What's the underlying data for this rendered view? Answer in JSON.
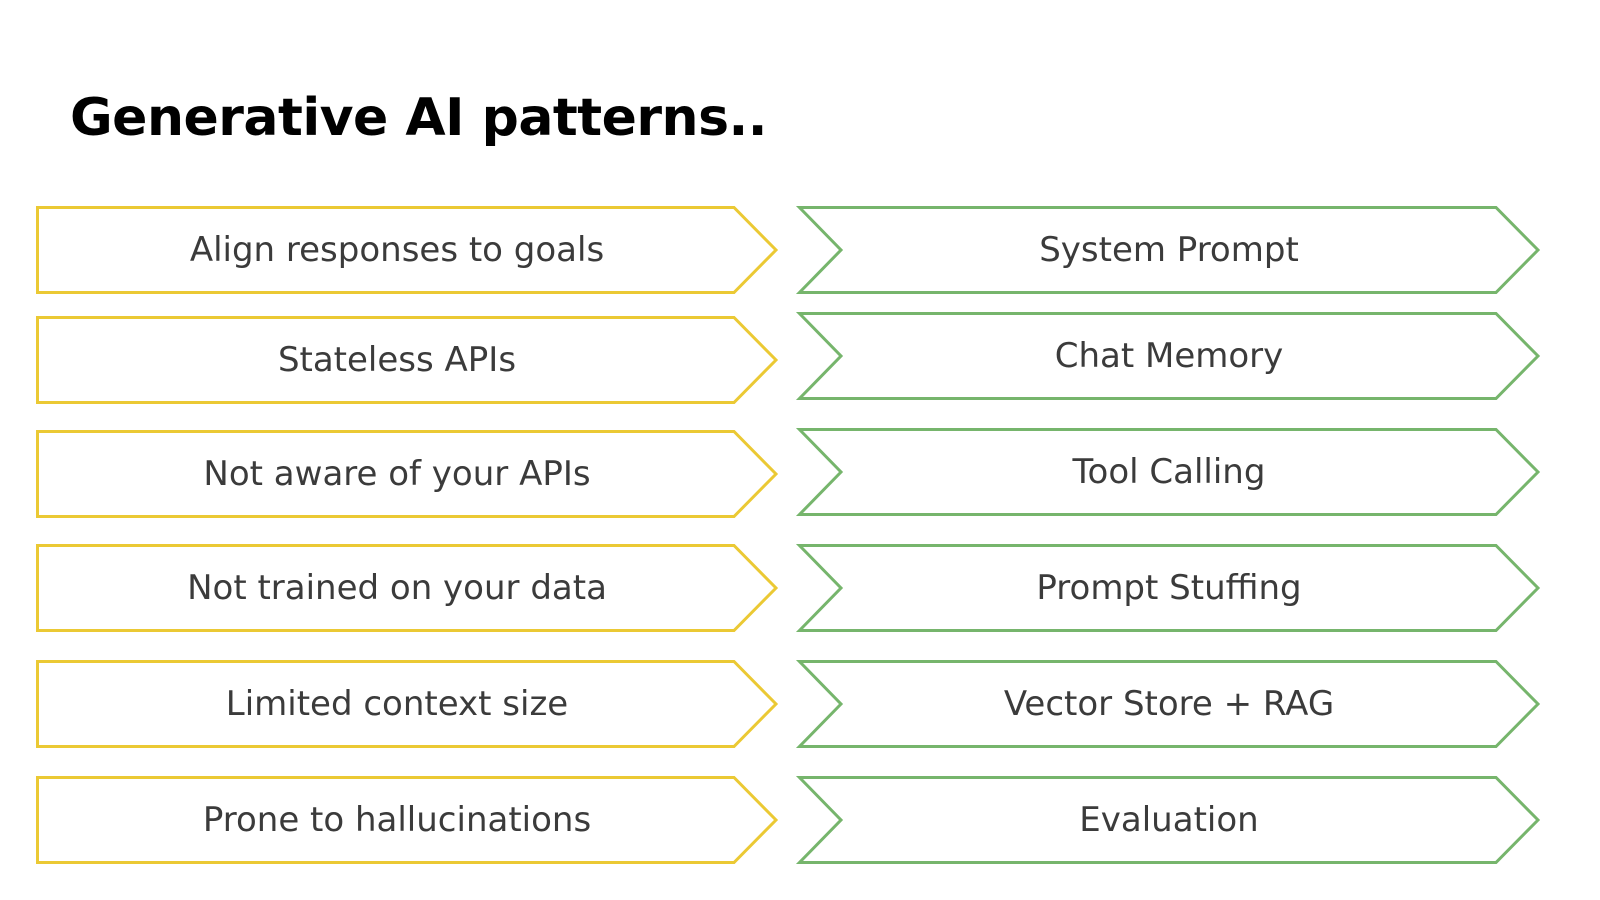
{
  "title": "Generative AI patterns..",
  "colors": {
    "problem_border": "#ebc934",
    "solution_border": "#76b56c"
  },
  "rows": [
    {
      "problem": "Align responses to goals",
      "solution": "System Prompt"
    },
    {
      "problem": "Stateless APIs",
      "solution": "Chat Memory"
    },
    {
      "problem": "Not aware of your APIs",
      "solution": "Tool Calling"
    },
    {
      "problem": "Not trained on your data",
      "solution": "Prompt Stuffing"
    },
    {
      "problem": "Limited context size",
      "solution": "Vector Store + RAG"
    },
    {
      "problem": "Prone to hallucinations",
      "solution": "Evaluation"
    }
  ]
}
